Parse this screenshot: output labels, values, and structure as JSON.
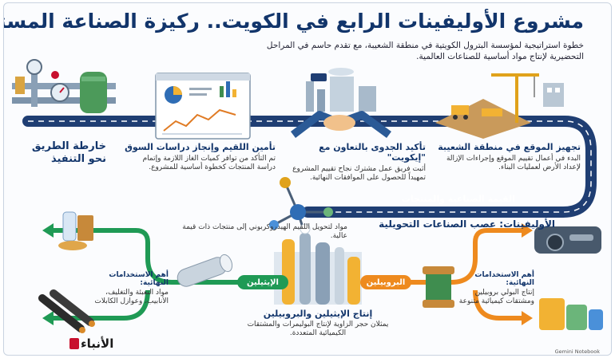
{
  "title": "مشروع الأوليفينات الرابع في الكويت.. ركيزة الصناعة المستقبلية",
  "subtitle": "خطوة استراتيجية لمؤسسة البترول الكويتية في منطقة الشعيبة، مع تقدم حاسم في المراحل التحضيرية لإنتاج مواد أساسية للصناعات العالمية.",
  "roadmap": {
    "heading": "خارطة الطريق نحو التنفيذ",
    "steps": [
      {
        "title": "تجهيز الموقع في منطقة الشعيبة",
        "text": "البدء في أعمال تقييم الموقع وإجراءات الإزالة لإعداد الأرض لعمليات البناء."
      },
      {
        "title": "تأكيد الجدوى بالتعاون مع \"إيكويت\"",
        "text": "أثبت فريق عمل مشترك نجاح تقييم المشروع تمهيداً للحصول على الموافقات النهائية."
      },
      {
        "title": "تأمين اللقيم وإنجاز دراسات السوق",
        "text": "تم التأكد من توافر كميات الغاز اللازمة وإتمام دراسة المنتجات كخطوة أساسية للمشروع."
      }
    ]
  },
  "value_chain": {
    "label": "القيمة الصناعية والمنتجات",
    "olefins_heading": "الأوليفينات: عصب الصناعات التحويلية",
    "feed_text": "مواد لتحويل اللقيم الهيدروكربوني إلى منتجات ذات قيمة عالية.",
    "center_title": "إنتاج الإيثيلين والبروبيلين",
    "center_text": "يمثلان حجر الزاوية لإنتاج البوليمرات والمشتقات الكيميائية المتعددة.",
    "ethylene": {
      "label": "الإيثيلين",
      "uses_title": "أهم الاستخدامات النهائية:",
      "uses_text": "مواد التعبئة والتغليف، الأنابيب، وعوازل الكابلات"
    },
    "propylene": {
      "label": "البروبيلين",
      "uses_title": "أهم الاستخدامات النهائية:",
      "uses_text": "إنتاج البولي بروبيلين ومشتقات كيميائية متنوعة"
    }
  },
  "footer": {
    "logo": "الأنباء",
    "credit": "Gemini Notebook"
  },
  "colors": {
    "navy": "#12356b",
    "road": "#1f3e73",
    "green": "#1f9a55",
    "orange": "#ee8a1e",
    "title": "#12356b"
  }
}
